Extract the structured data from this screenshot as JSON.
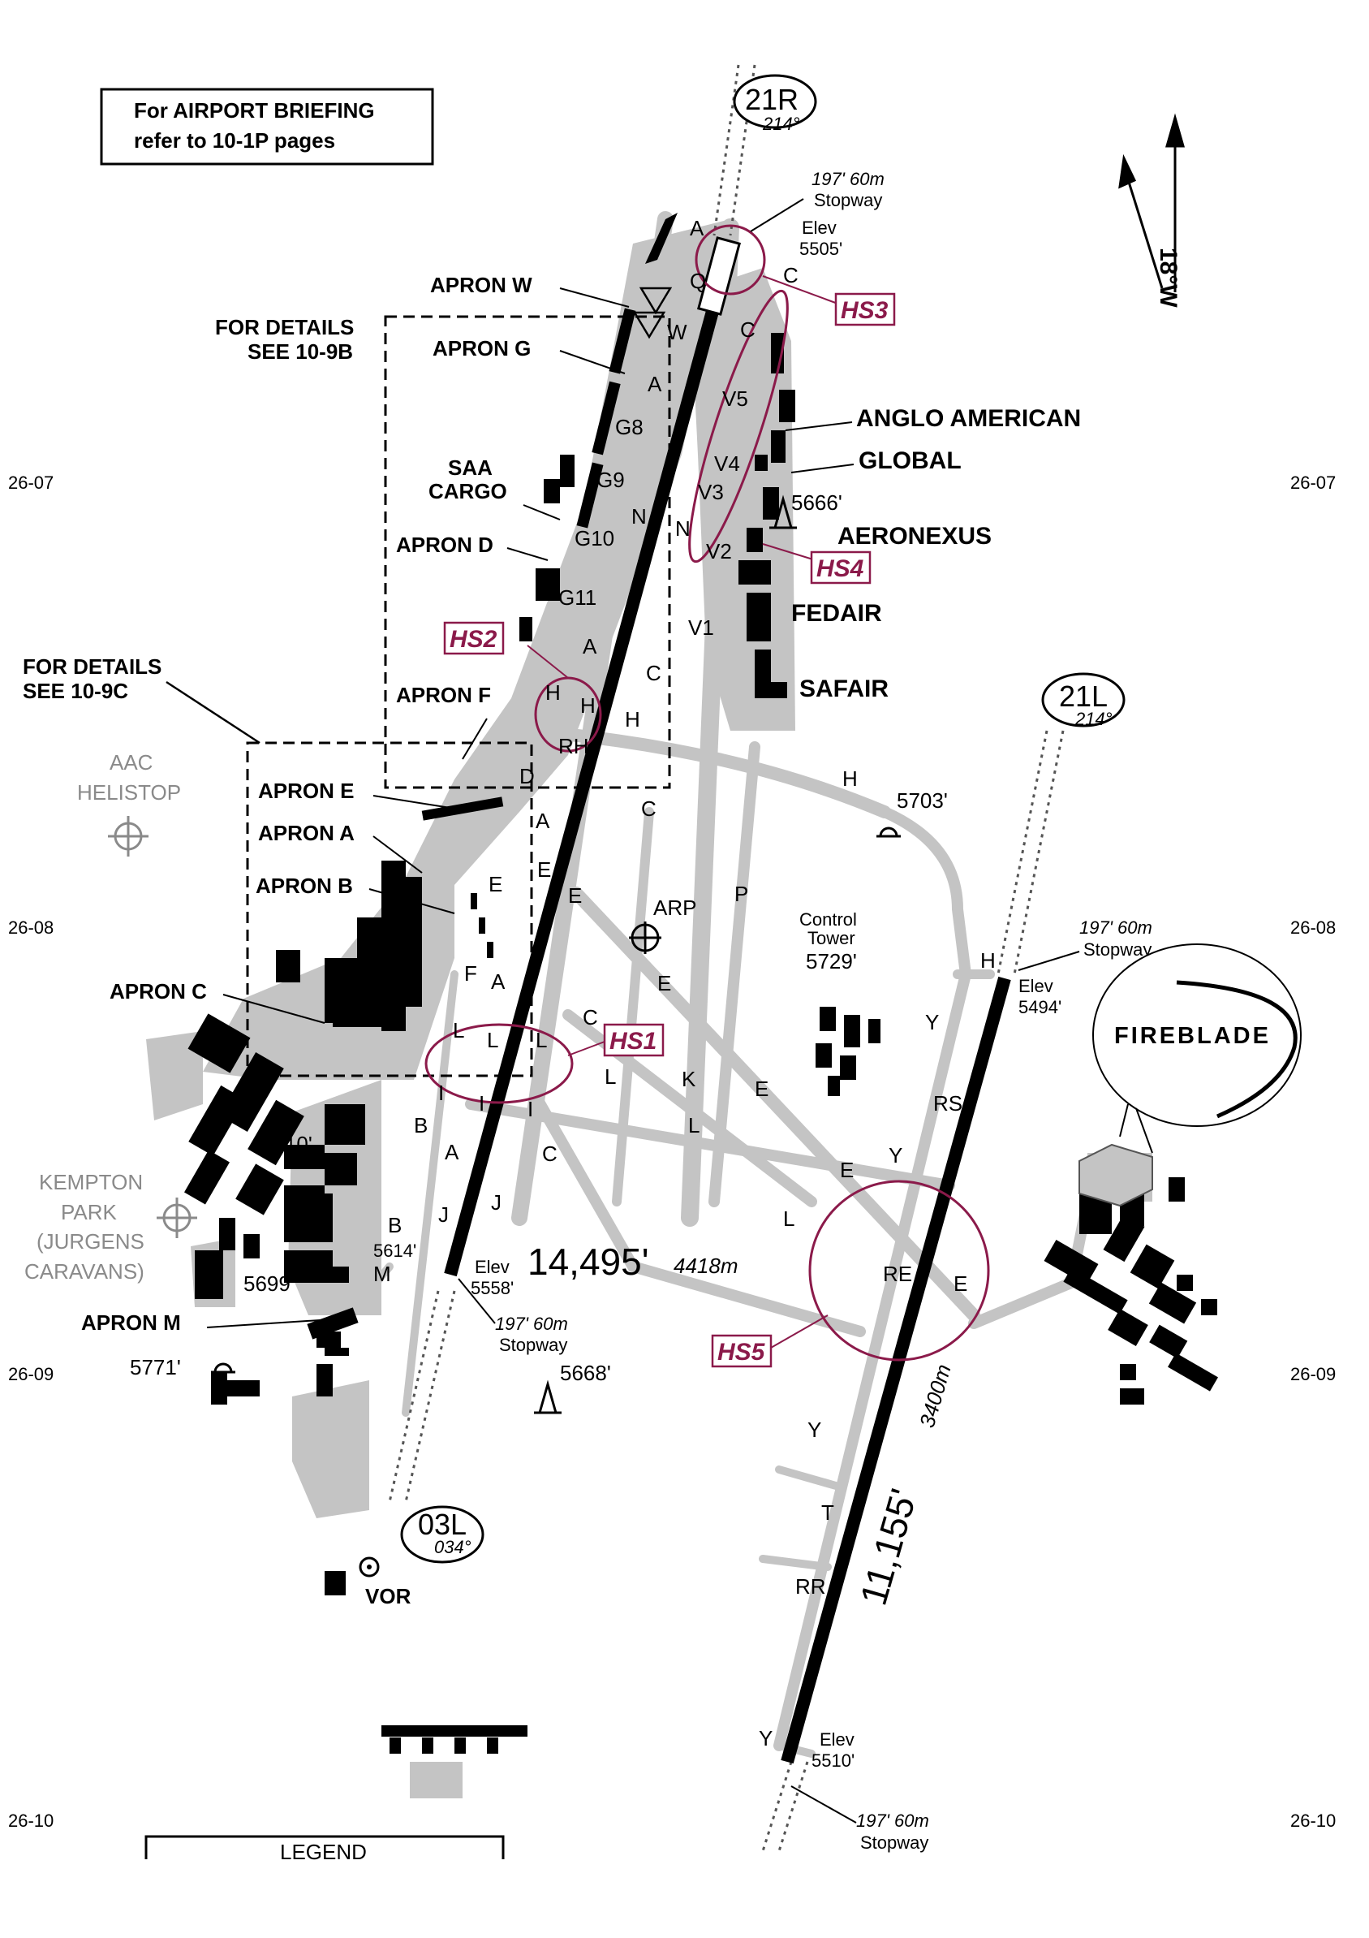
{
  "briefing": {
    "line1": "For AIRPORT BRIEFING",
    "line2": "refer to 10-1P pages"
  },
  "runways": {
    "rwy21R": {
      "label": "21R",
      "hdg": "214°",
      "stopway": "197' 60m",
      "stopway_word": "Stopway",
      "elev_word": "Elev",
      "elev": "5505'"
    },
    "rwy03L": {
      "label": "03L",
      "hdg": "034°",
      "stopway": "197' 60m",
      "stopway_word": "Stopway",
      "elev_word": "Elev",
      "elev": "5558'",
      "elev_b": "5614'"
    },
    "rwy21L": {
      "label": "21L",
      "hdg": "214°",
      "stopway": "197' 60m",
      "stopway_word": "Stopway",
      "elev_word": "Elev",
      "elev": "5494'"
    },
    "rwy03R": {
      "stopway": "197' 60m",
      "stopway_word": "Stopway",
      "elev_word": "Elev",
      "elev": "5510'"
    },
    "length_west": "14,495'",
    "length_west_m": "4418m",
    "length_east": "11,155'",
    "length_east_m": "3400m"
  },
  "north": {
    "label": "18°W"
  },
  "details": {
    "d9b_1": "FOR DETAILS",
    "d9b_2": "SEE 10-9B",
    "d9c_1": "FOR DETAILS",
    "d9c_2": "SEE 10-9C"
  },
  "aprons": {
    "w": "APRON W",
    "g": "APRON G",
    "saa1": "SAA",
    "saa2": "CARGO",
    "d": "APRON D",
    "f": "APRON F",
    "e": "APRON E",
    "a": "APRON A",
    "b": "APRON B",
    "c": "APRON C",
    "m": "APRON M"
  },
  "operators": {
    "anglo": "ANGLO AMERICAN",
    "global": "GLOBAL",
    "aeronexus": "AERONEXUS",
    "fedair": "FEDAIR",
    "safair": "SAFAIR"
  },
  "hotspots": {
    "hs1": "HS1",
    "hs2": "HS2",
    "hs3": "HS3",
    "hs4": "HS4",
    "hs5": "HS5"
  },
  "places": {
    "aac1": "AAC",
    "aac2": "HELISTOP",
    "kp1": "KEMPTON",
    "kp2": "PARK",
    "kp3": "(JURGENS",
    "kp4": "CARAVANS)",
    "vor": "VOR",
    "arp": "ARP",
    "tower1": "Control",
    "tower2": "Tower",
    "legend": "LEGEND",
    "fireblade": "FIREBLADE"
  },
  "elevations": {
    "e5666": "5666'",
    "e5703": "5703'",
    "e5729": "5729'",
    "e5710": "5710'",
    "e5699": "5699'",
    "e5771": "5771'",
    "e5668": "5668'"
  },
  "lat_marks": {
    "l1": "26-07",
    "l2": "26-08",
    "l3": "26-09",
    "l4": "26-10"
  },
  "taxiways": {
    "A": "A",
    "B": "B",
    "C": "C",
    "D": "D",
    "E": "E",
    "F": "F",
    "H": "H",
    "J": "J",
    "K": "K",
    "L": "L",
    "M": "M",
    "N": "N",
    "P": "P",
    "Q": "Q",
    "T": "T",
    "W": "W",
    "Y": "Y",
    "G8": "G8",
    "G9": "G9",
    "G10": "G10",
    "G11": "G11",
    "V1": "V1",
    "V2": "V2",
    "V3": "V3",
    "V4": "V4",
    "V5": "V5",
    "RH": "RH",
    "RE": "RE",
    "RS": "RS",
    "RR": "RR"
  }
}
